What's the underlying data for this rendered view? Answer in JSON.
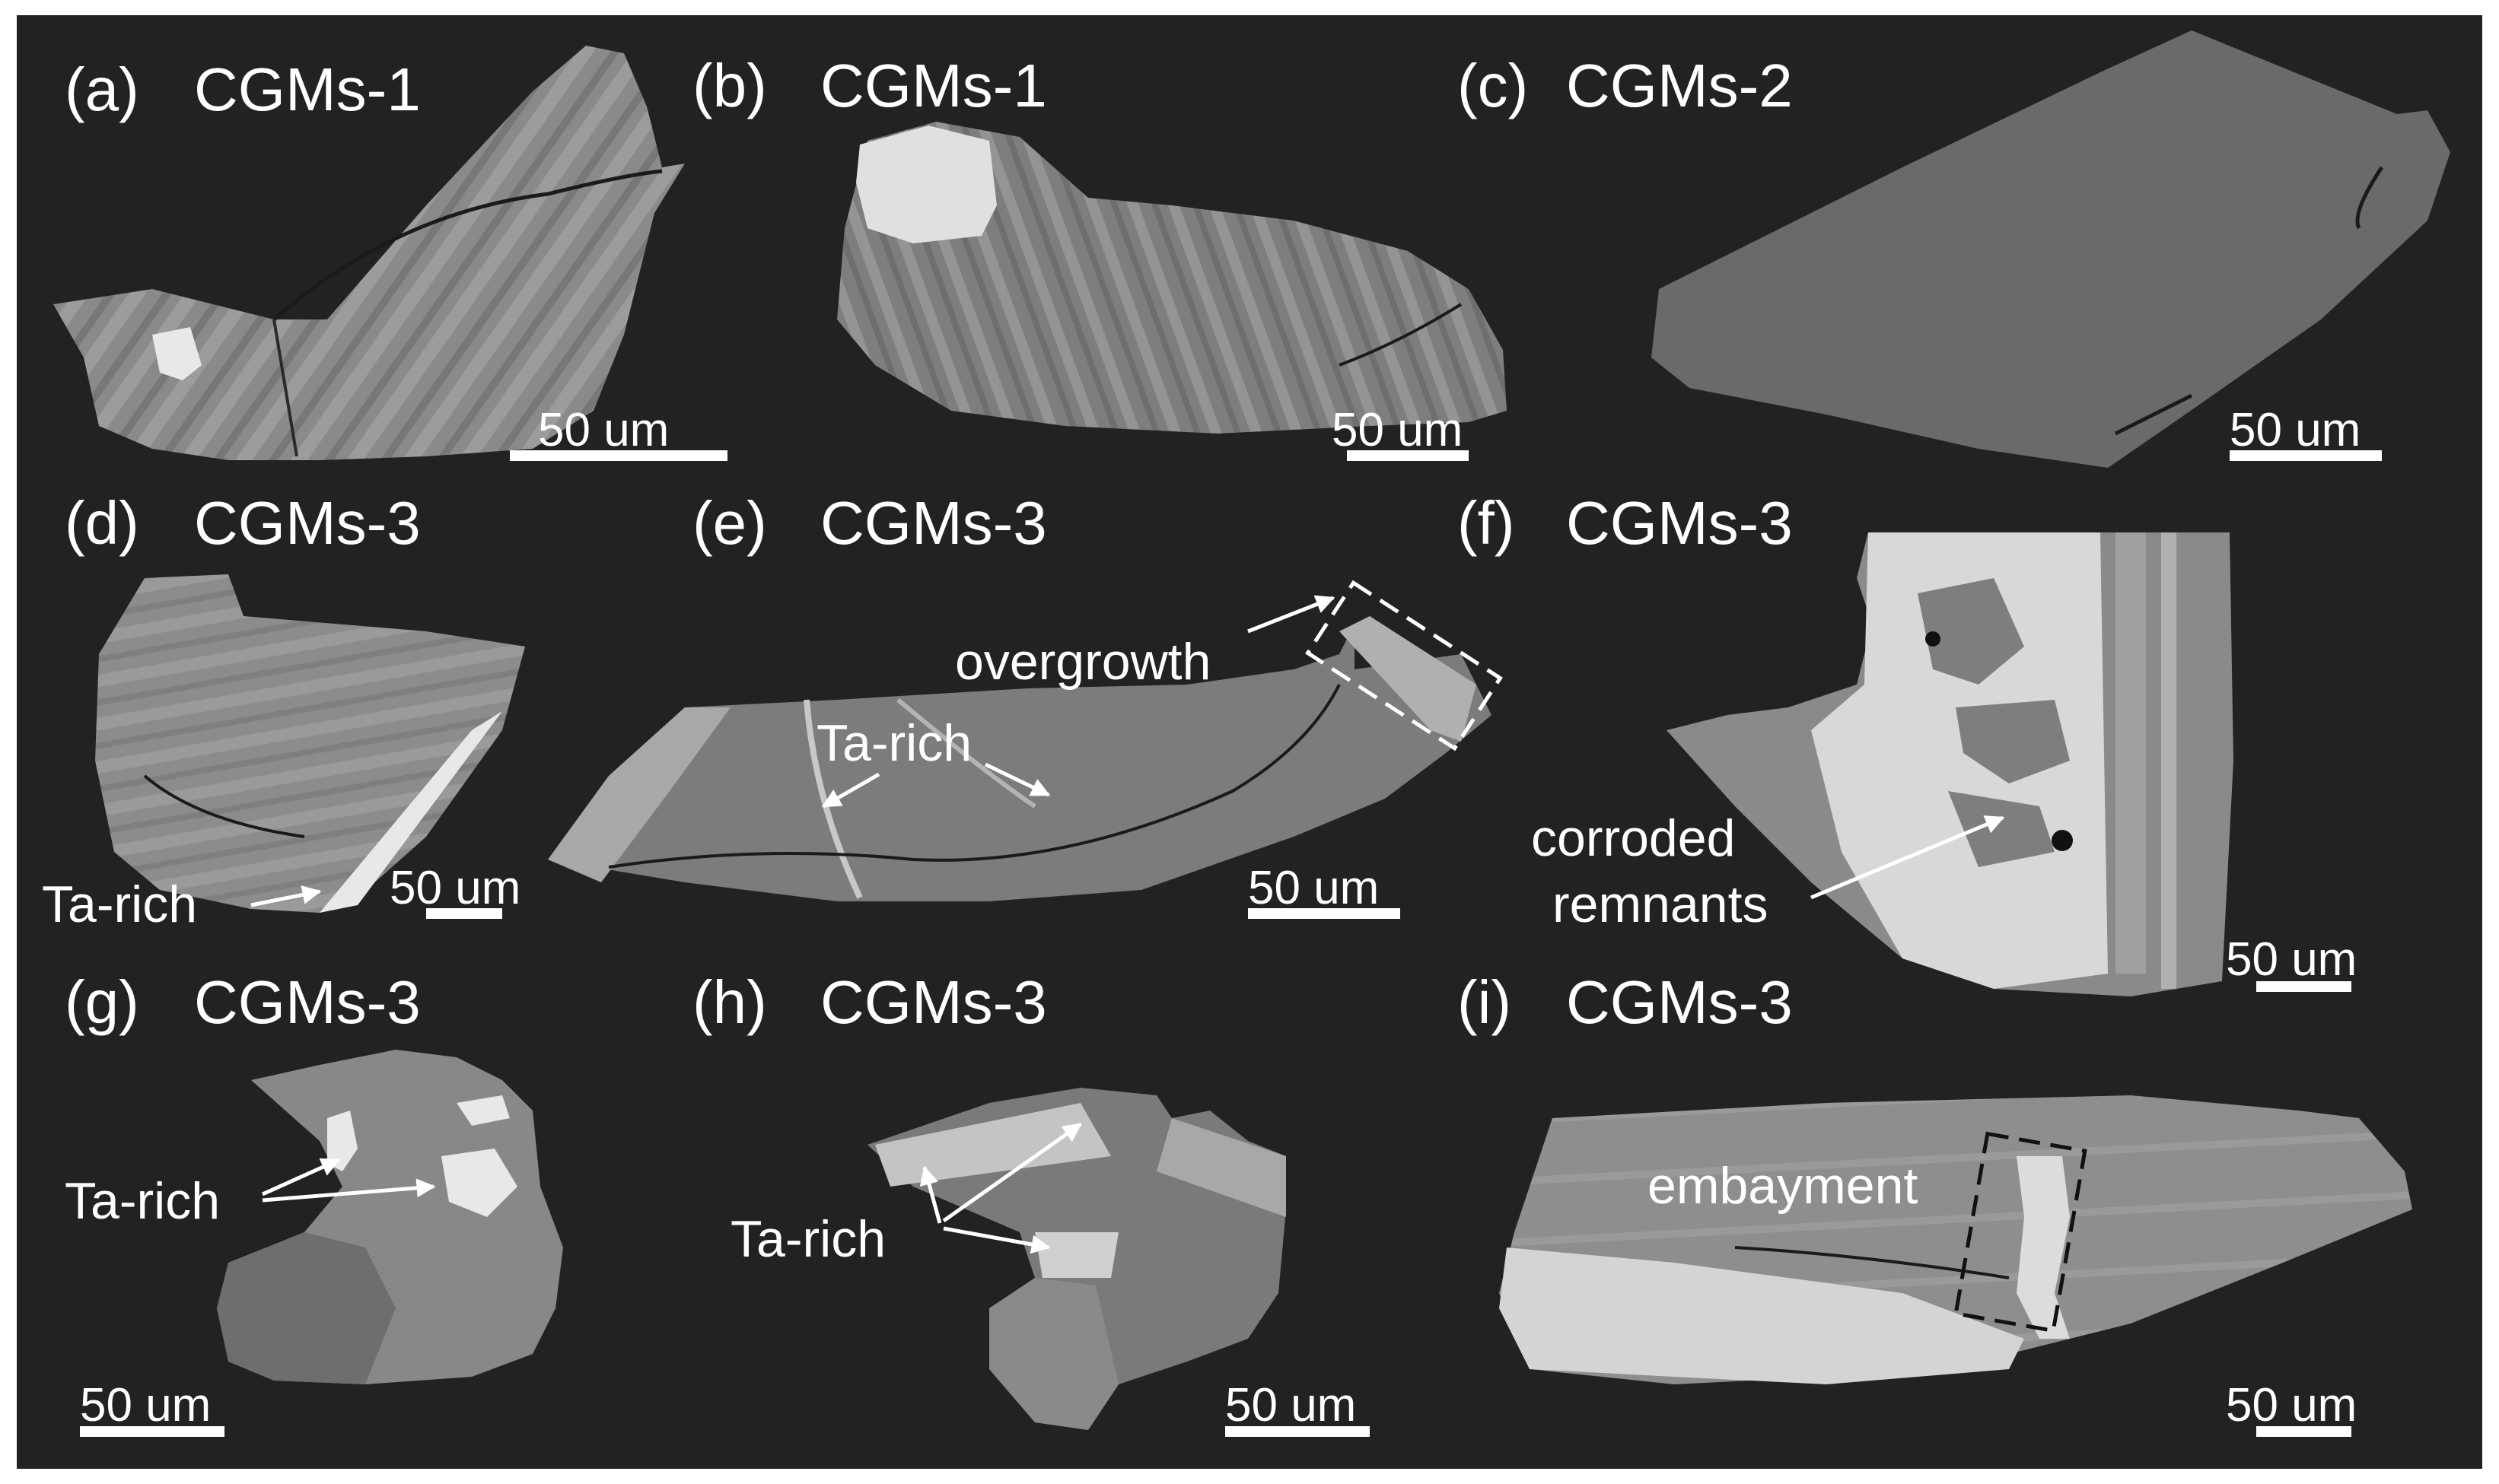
{
  "panels": [
    {
      "letter": "(a)",
      "sample": "CGMs-1",
      "scale": "50 um"
    },
    {
      "letter": "(b)",
      "sample": "CGMs-1",
      "scale": "50 um"
    },
    {
      "letter": "(c)",
      "sample": "CGMs-2",
      "scale": "50 um"
    },
    {
      "letter": "(d)",
      "sample": "CGMs-3",
      "scale": "50 um"
    },
    {
      "letter": "(e)",
      "sample": "CGMs-3",
      "scale": "50 um"
    },
    {
      "letter": "(f)",
      "sample": "CGMs-3",
      "scale": "50 um"
    },
    {
      "letter": "(g)",
      "sample": "CGMs-3",
      "scale": "50 um"
    },
    {
      "letter": "(h)",
      "sample": "CGMs-3",
      "scale": "50 um"
    },
    {
      "letter": "(i)",
      "sample": "CGMs-3",
      "scale": "50 um"
    }
  ],
  "annotations": {
    "d_ta_rich": "Ta-rich",
    "e_overgrowth": "overgrowth",
    "e_ta_rich": "Ta-rich",
    "f_corroded": "corroded",
    "f_remnants": "remnants",
    "g_ta_rich": "Ta-rich",
    "h_ta_rich": "Ta-rich",
    "i_embayment": "embayment"
  },
  "colors": {
    "background": "#222222",
    "border": "#ffffff",
    "annotation": "#ffffff",
    "grain_base": "#7a7a7a",
    "ta_rich": "#e8e8e8",
    "dashed_box_light": "#ffffff",
    "dashed_box_dark": "#111111"
  }
}
